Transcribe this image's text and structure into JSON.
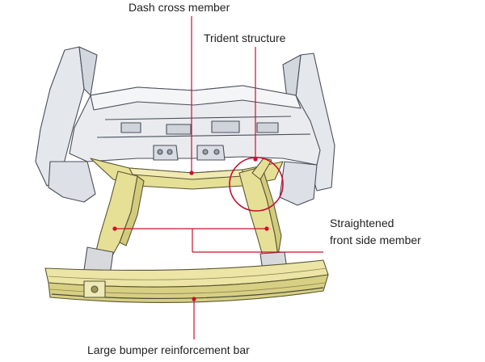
{
  "labels": {
    "dash_cross_member": "Dash cross member",
    "trident_structure": "Trident structure",
    "straightened_front_side_member_line1": "Straightened",
    "straightened_front_side_member_line2": "front side member",
    "large_bumper_reinforcement_bar": "Large bumper reinforcement bar"
  },
  "colors": {
    "callout_line": "#c8102e",
    "highlight_part": "#e6df96",
    "body_structure": "#e8eaee",
    "structure_outline": "#4a4f5a"
  }
}
